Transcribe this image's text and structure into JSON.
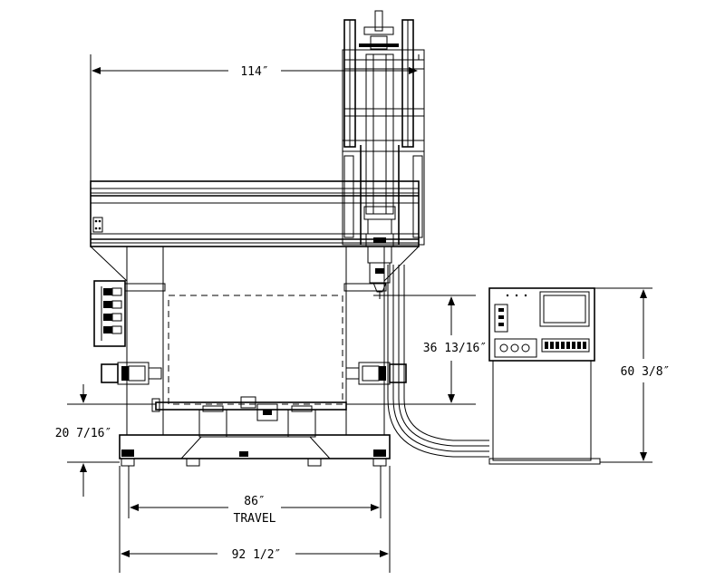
{
  "dimensions": {
    "width_top": "114″",
    "z_height": "36 13/16″",
    "control_height": "60 3/8″",
    "bed_height": "20 7/16″",
    "travel_value": "86″",
    "travel_label": "TRAVEL",
    "base_width": "92 1/2″"
  }
}
